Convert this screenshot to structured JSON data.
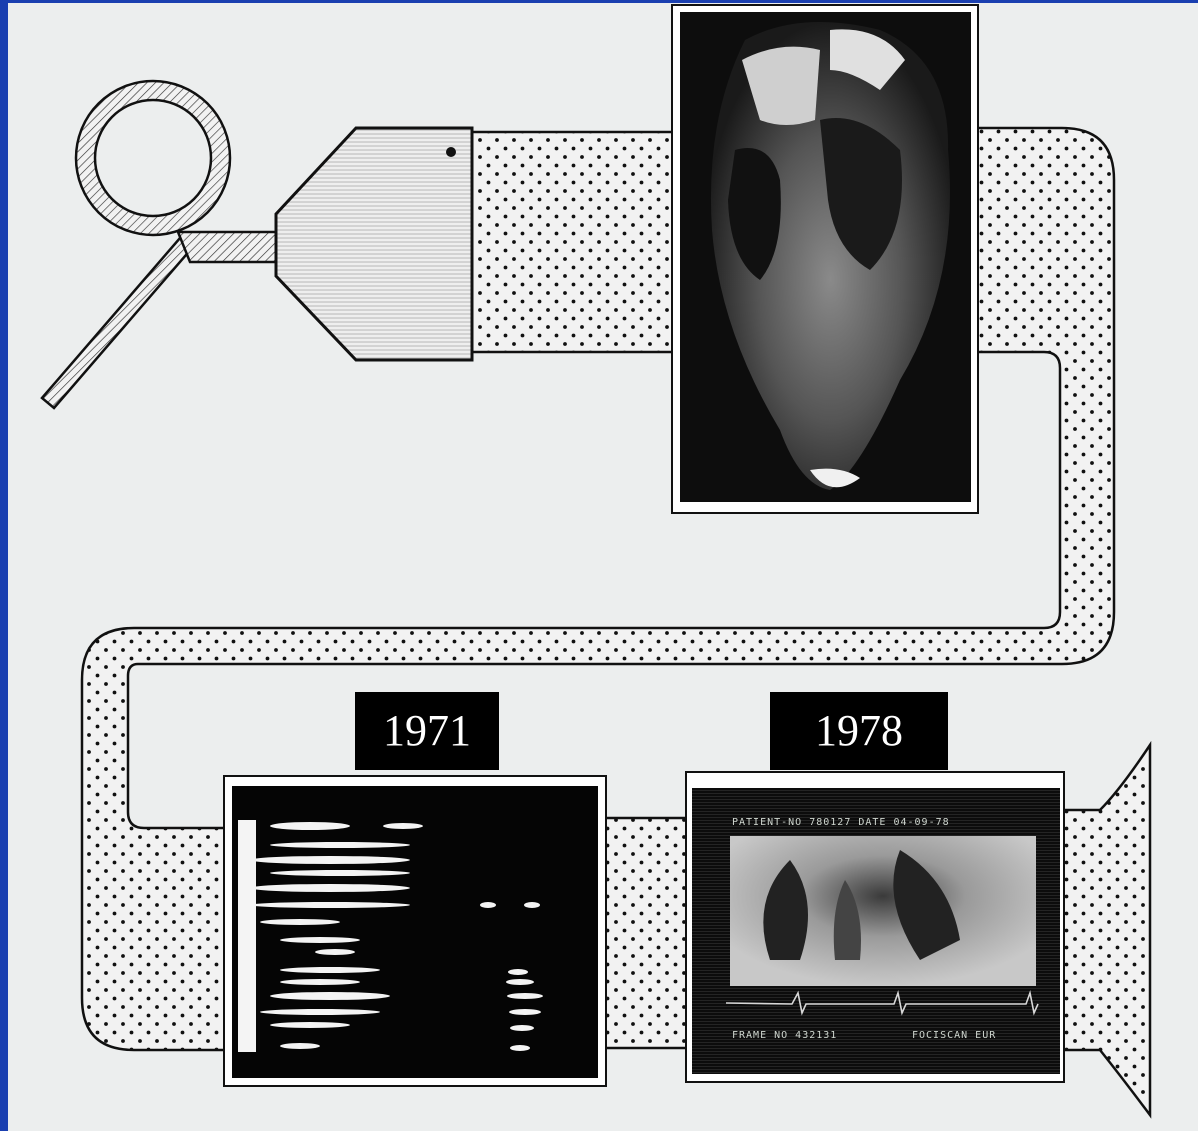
{
  "labels": {
    "year_left": "1971",
    "year_right": "1978"
  },
  "scan_screen": {
    "header": "PATIENT-NO 780127 DATE 04-09-78",
    "footer_left": "FRAME NO 432131",
    "footer_right": "FOCISCAN EUR"
  },
  "colors": {
    "background_blue": "#1a3fb0",
    "panel": "#eceeee",
    "ink": "#111111"
  },
  "icons": [
    "transducer-probe-icon",
    "heart-specimen-image",
    "m-mode-echo-image",
    "cross-sectional-echo-image"
  ]
}
